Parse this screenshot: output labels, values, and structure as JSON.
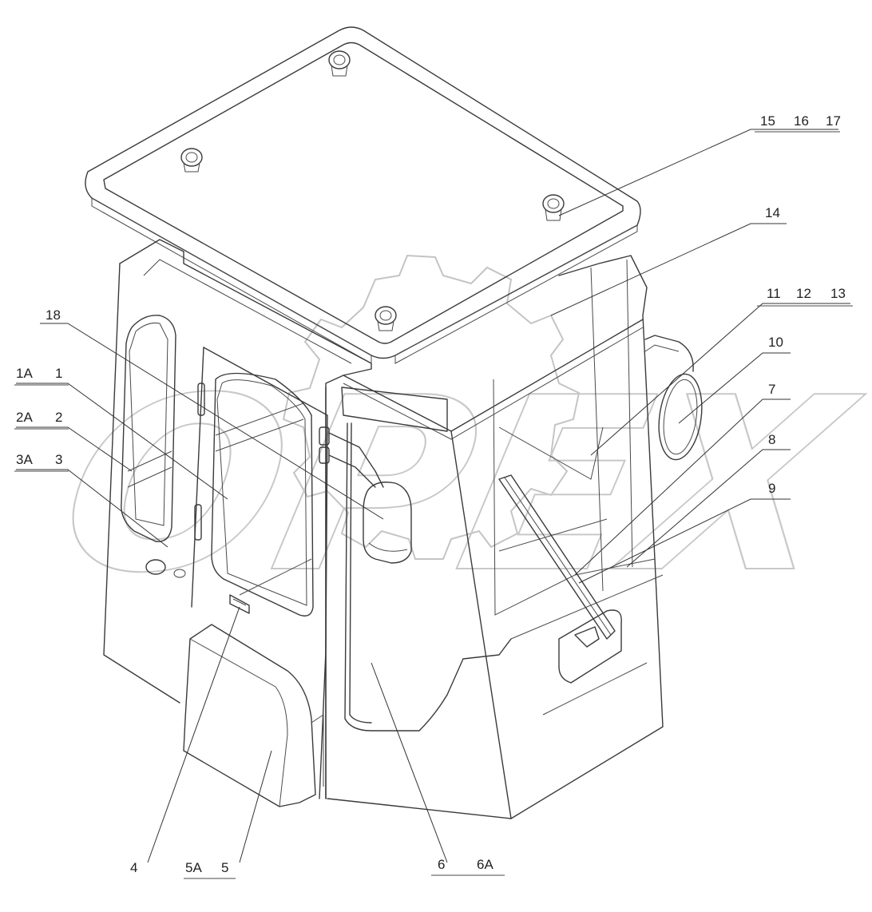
{
  "watermark": {
    "text": "OPEX"
  },
  "callouts": {
    "c15": "15",
    "c16": "16",
    "c17": "17",
    "c14": "14",
    "c11": "11",
    "c12": "12",
    "c13": "13",
    "c10": "10",
    "c18": "18",
    "c1A": "1A",
    "c1": "1",
    "c2A": "2A",
    "c2": "2",
    "c3A": "3A",
    "c3": "3",
    "c7": "7",
    "c8": "8",
    "c9": "9",
    "c4": "4",
    "c5A": "5A",
    "c5": "5",
    "c6": "6",
    "c6A": "6A"
  },
  "colors": {
    "line": "#3a3a3a",
    "watermark": "#bdbdbd",
    "background": "#ffffff"
  }
}
